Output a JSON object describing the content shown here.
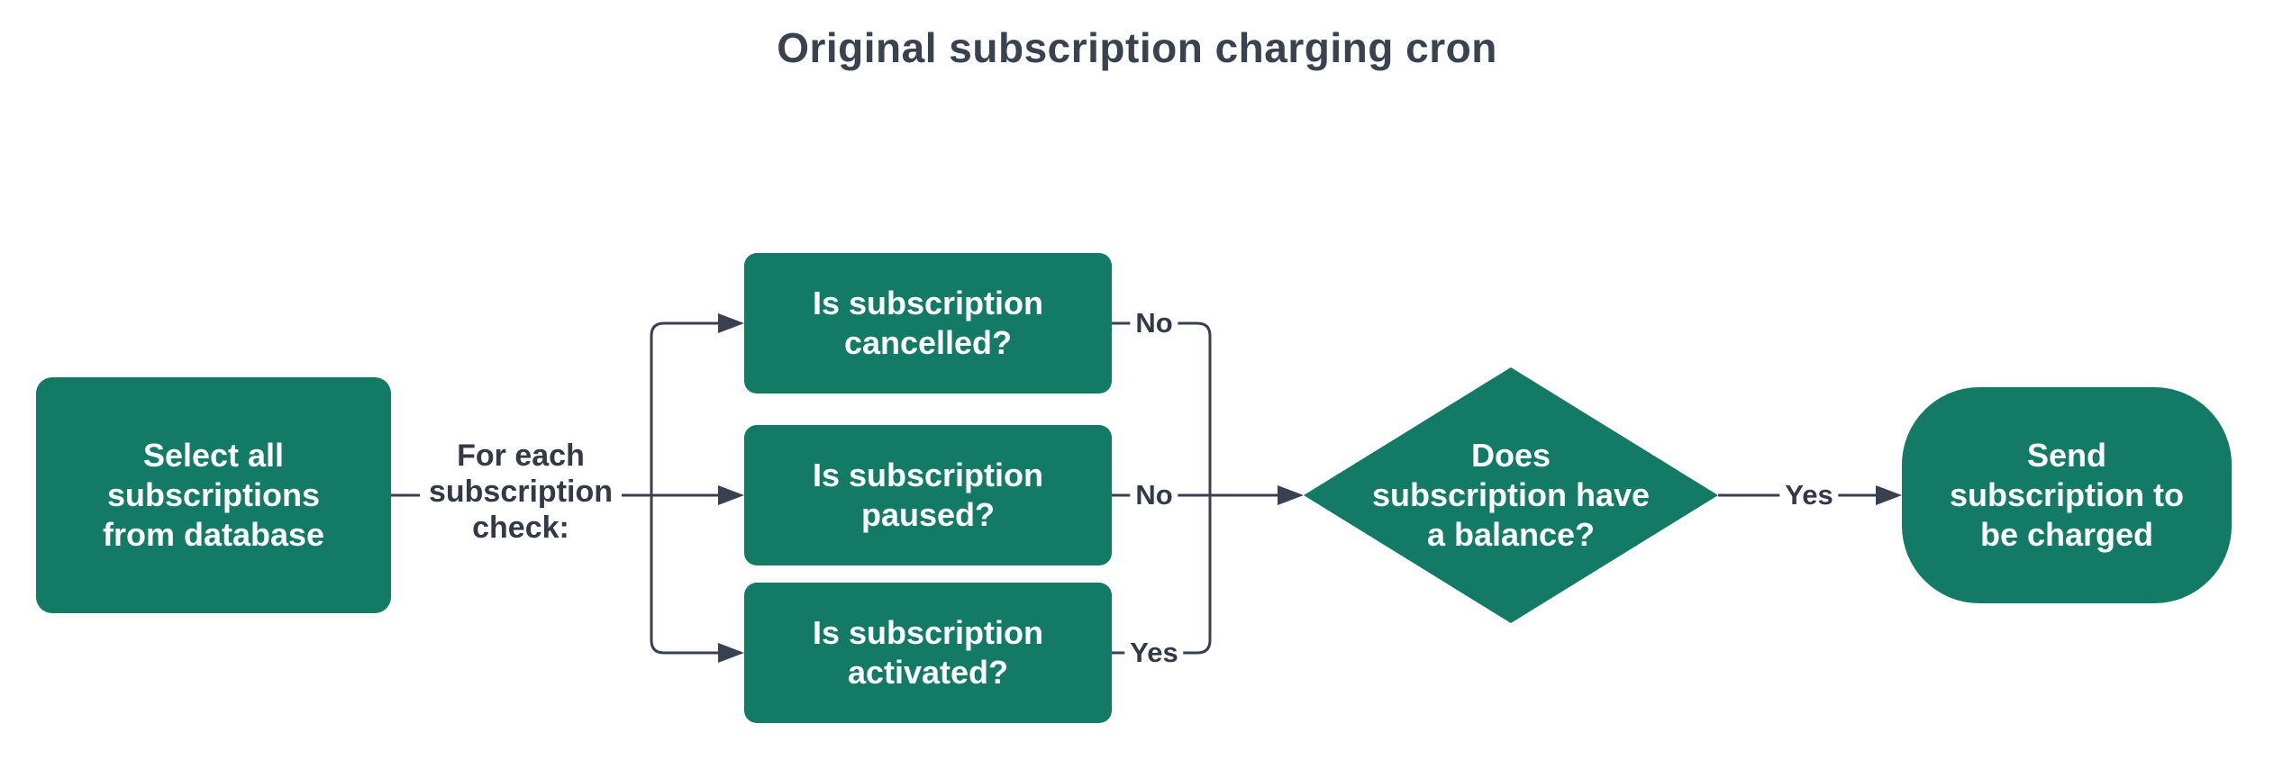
{
  "title": "Original subscription charging cron",
  "colors": {
    "node_fill": "#137a65",
    "node_text": "#ffffff",
    "line": "#39414e",
    "label_text": "#333a45",
    "title_text": "#3a424e",
    "background": "#ffffff"
  },
  "nodes": {
    "start": {
      "label": "Select all\nsubscriptions\nfrom database"
    },
    "check_cancelled": {
      "label": "Is subscription\ncancelled?"
    },
    "check_paused": {
      "label": "Is subscription\npaused?"
    },
    "check_activated": {
      "label": "Is subscription\nactivated?"
    },
    "has_balance": {
      "label": "Does\nsubscription have\na balance?"
    },
    "send_charge": {
      "label": "Send\nsubscription to\nbe charged"
    }
  },
  "edges": {
    "for_each": {
      "label": "For each\nsubscription\ncheck:"
    },
    "cancelled_no": {
      "label": "No"
    },
    "paused_no": {
      "label": "No"
    },
    "activated_yes": {
      "label": "Yes"
    },
    "balance_yes": {
      "label": "Yes"
    }
  }
}
